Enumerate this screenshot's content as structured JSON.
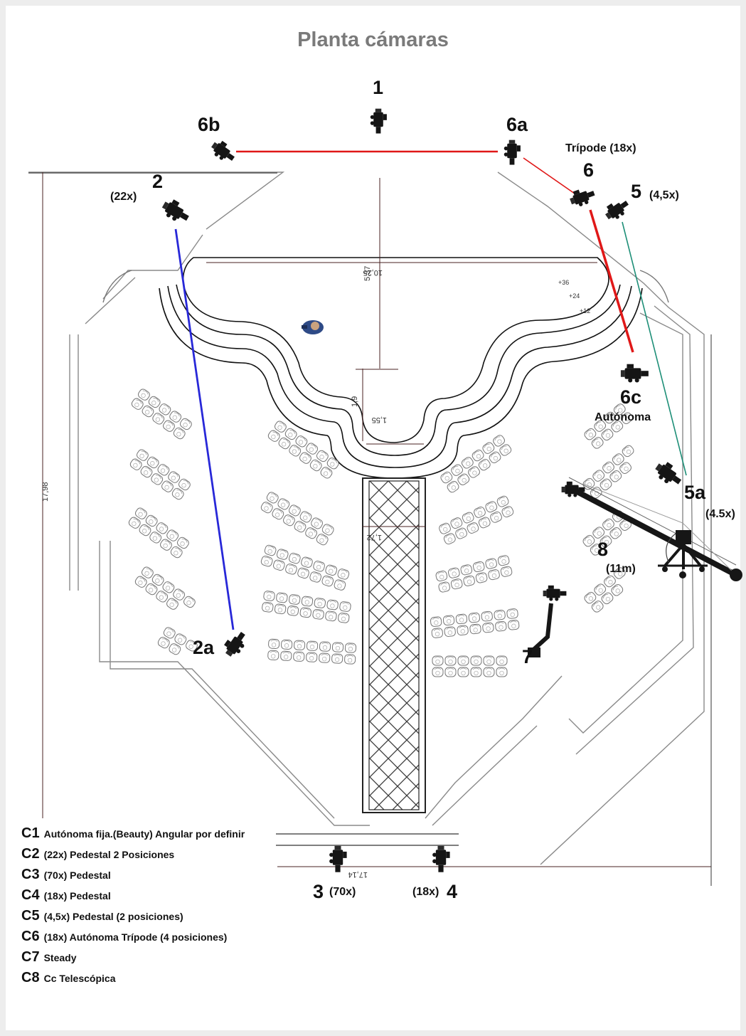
{
  "title": "Planta cámaras",
  "colors": {
    "cable_red": "#e01818",
    "cable_blue": "#2828d8",
    "cable_teal": "#1e8f78",
    "walkway": "#3a3a3a"
  },
  "cameras": [
    {
      "id": "1",
      "label": "1"
    },
    {
      "id": "6b",
      "label": "6b"
    },
    {
      "id": "6a",
      "label": "6a"
    },
    {
      "id": "6",
      "label": "6",
      "note": "Trípode (18x)"
    },
    {
      "id": "2",
      "label": "2",
      "zoom": "(22x)"
    },
    {
      "id": "5",
      "label": "5",
      "zoom": "(4,5x)"
    },
    {
      "id": "6c",
      "label": "6c",
      "note": "Autónoma"
    },
    {
      "id": "5a",
      "label": "5a",
      "zoom": "(4.5x)"
    },
    {
      "id": "8",
      "label": "8",
      "zoom": "(11m)"
    },
    {
      "id": "7",
      "label": "7"
    },
    {
      "id": "2a",
      "label": "2a"
    },
    {
      "id": "3",
      "label": "3",
      "zoom": "(70x)"
    },
    {
      "id": "4",
      "label": "4",
      "zoom": "(18x)"
    }
  ],
  "dimensions": {
    "stage_width": "10,25",
    "stage_depth": "5,37",
    "thrust_depth": "1,9",
    "thrust_width": "1,55",
    "walkway_width": "1,72",
    "total_depth": "17,98",
    "total_width": "17,14",
    "step_36": "+36",
    "step_24": "+24",
    "step_12": "+12"
  },
  "legend": [
    {
      "code": "C1",
      "desc": "Autónoma fija.(Beauty) Angular por definir"
    },
    {
      "code": "C2",
      "desc": "(22x) Pedestal 2 Posiciones"
    },
    {
      "code": "C3",
      "desc": "(70x) Pedestal"
    },
    {
      "code": "C4",
      "desc": "(18x) Pedestal"
    },
    {
      "code": "C5",
      "desc": "(4,5x) Pedestal (2 posiciones)"
    },
    {
      "code": "C6",
      "desc": "(18x) Autónoma Trípode (4 posiciones)"
    },
    {
      "code": "C7",
      "desc": "Steady"
    },
    {
      "code": "C8",
      "desc": "Cc Telescópica"
    }
  ]
}
